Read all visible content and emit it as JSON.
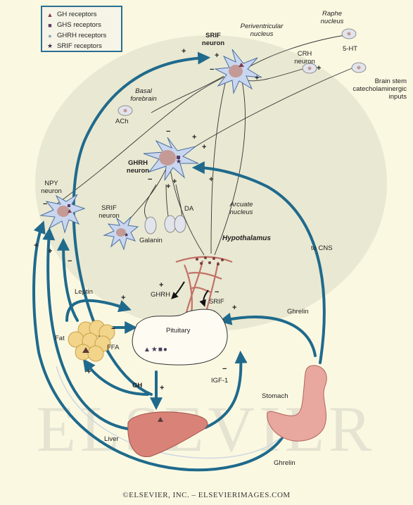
{
  "legend": {
    "items": [
      {
        "symbol": "▲",
        "color": "#7a3c52",
        "label": "GH receptors"
      },
      {
        "symbol": "■",
        "color": "#5a3b66",
        "label": "GHS receptors"
      },
      {
        "symbol": "●",
        "color": "#b9c6d2",
        "label": "GHRH receptors"
      },
      {
        "symbol": "★",
        "color": "#3b2a4a",
        "label": "SRIF receptors"
      }
    ]
  },
  "labels": {
    "raphe_nucleus": "Raphe nucleus",
    "periventricular_nucleus": "Periventricular nucleus",
    "srif_neuron_top": "SRIF neuron",
    "five_ht": "5-HT",
    "crh_neuron": "CRH neuron",
    "brain_stem": "Brain stem catecholaminergic inputs",
    "basal_forebrain": "Basal forebrain",
    "ach": "ACh",
    "ghrh_neuron": "GHRH neuron",
    "npy_neuron": "NPY neuron",
    "srif_neuron_small": "SRIF neuron",
    "da": "DA",
    "galanin": "Galanin",
    "arcuate_nucleus": "Arcuate nucleus",
    "hypothalamus": "Hypothalamus",
    "to_cns": "to CNS",
    "leptin": "Leptin",
    "ghrh": "GHRH",
    "srif": "SRIF",
    "pituitary": "Pituitary",
    "fat": "Fat",
    "ffa": "FFA",
    "gh": "GH",
    "igf1": "IGF-1",
    "stomach": "Stomach",
    "ghrelin_right": "Ghrelin",
    "ghrelin_bottom": "Ghrelin",
    "liver": "Liver"
  },
  "pituitary_receptors": "▲★■●",
  "watermark": "ELSEVIER",
  "footer": "©ELSEVIER, INC. – ELSEVIERIMAGES.COM",
  "colors": {
    "arrow_blue": "#1f6a8c",
    "neuron_fill": "#c9d6f0",
    "nucleus_fill": "#c49a96",
    "organ_red": "#d98278",
    "fat_fill": "#f2d48a",
    "background": "#fbf8e2"
  }
}
